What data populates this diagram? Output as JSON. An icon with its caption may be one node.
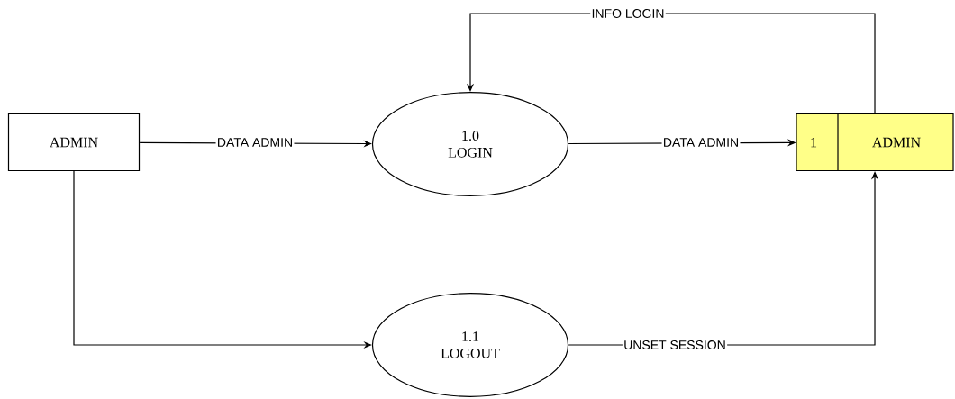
{
  "diagram": {
    "nodes": [
      {
        "text": [
          "ADMIN"
        ]
      },
      {
        "text": [
          "1.0",
          "LOGIN"
        ]
      },
      {
        "text": [
          "1",
          "ADMIN"
        ]
      },
      {
        "text": [
          "1.1",
          "LOGOUT"
        ]
      }
    ],
    "edges": [
      {
        "from": 0,
        "to": 1,
        "arrow": "to",
        "label": "DATA ADMIN"
      },
      {
        "from": 1,
        "to": 2,
        "arrow": "to",
        "label": "DATA ADMIN"
      },
      {
        "from": 2,
        "to": 1,
        "arrow": "to",
        "label": "INFO LOGIN"
      },
      {
        "from": 0,
        "to": 3,
        "arrow": "to"
      },
      {
        "from": 3,
        "to": 2,
        "arrow": "to",
        "label": "UNSET SESSION"
      }
    ]
  }
}
